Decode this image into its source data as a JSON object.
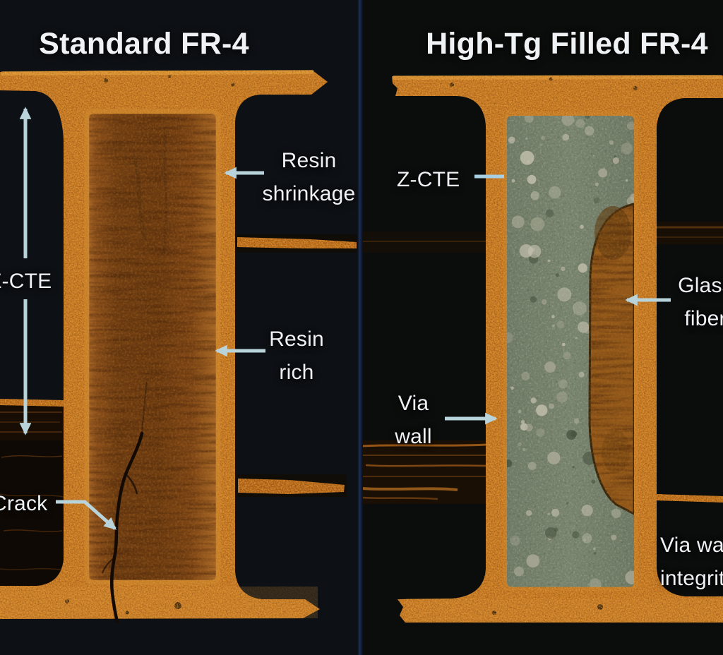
{
  "figure": {
    "type": "annotated-micrograph-comparison",
    "left_panel": {
      "title": "Standard FR-4",
      "labels": {
        "z_cte": "Z-CTE",
        "resin_shrinkage": "Resin\nshrinkage",
        "resin_rich": "Resin\nrich",
        "crack": "Crack"
      }
    },
    "right_panel": {
      "title": "High-Tg Filled FR-4",
      "labels": {
        "z_cte": "Z-CTE",
        "glass_fiber": "Glass\nfiber",
        "via_wall": "Via\nwall",
        "via_wall_integrity": "Via wall\nintegrity"
      }
    },
    "colors": {
      "background": "#0c0f12",
      "panel_divider": "#1d2f55",
      "copper": "#b96f20",
      "copper_highlight": "#eaa845",
      "resin_fill": "#7a4414",
      "resin_dark_streak": "#5a3310",
      "filled_via_paste": "#75816b",
      "paste_speckle": "#c6c2b0",
      "glass_fiber_bundle": "#91581a",
      "annotation_text": "#eef2f4",
      "annotation_arrow": "#b9d3da",
      "leader_line": "#a9cfe2"
    }
  }
}
